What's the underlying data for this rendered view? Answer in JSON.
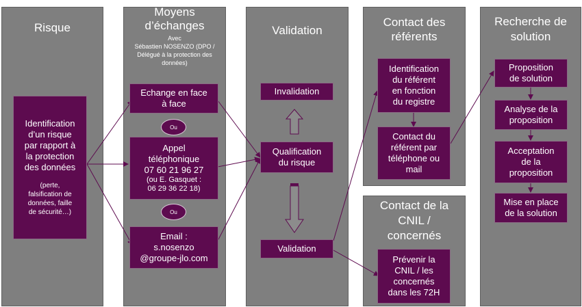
{
  "columns": {
    "risque": {
      "title": "Risque"
    },
    "moyens": {
      "title_1": "Moyens",
      "title_2": "d’échanges",
      "sub_1": "Avec",
      "sub_2": "Sébastien NOSENZO (DPO /",
      "sub_3": "Délégué à la protection des",
      "sub_4": "données)"
    },
    "validation": {
      "title": "Validation"
    },
    "referents": {
      "title_1": "Contact des",
      "title_2": "référents"
    },
    "cnil": {
      "title_1": "Contact de la",
      "title_2": "CNIL /",
      "title_3": "concernés"
    },
    "recherche": {
      "title_1": "Recherche de",
      "title_2": "solution"
    }
  },
  "boxes": {
    "identification_risque": {
      "lines": [
        "Identification",
        "d’un risque",
        "par rapport à",
        "la protection",
        "des données"
      ],
      "detail": [
        "(perte,",
        "falsification de",
        "données, faille",
        "de sécurité…)"
      ]
    },
    "face_a_face": {
      "lines": [
        "Echange en face",
        "à face"
      ]
    },
    "ou_1": "Ou",
    "appel": {
      "lines": [
        "Appel",
        "téléphonique",
        "07 60 21 96 27"
      ],
      "detail": [
        "(ou E. Gasquet :",
        "06 29 36 22 18)"
      ]
    },
    "ou_2": "Ou",
    "email": {
      "lines": [
        "Email :",
        "s.nosenzo",
        "@groupe-jlo.com"
      ]
    },
    "invalidation": "Invalidation",
    "qualification": {
      "lines": [
        "Qualification",
        "du risque"
      ]
    },
    "validation": "Validation",
    "identification_referent": {
      "lines": [
        "Identification",
        "du référent",
        "en fonction",
        "du registre"
      ]
    },
    "contact_referent": {
      "lines": [
        "Contact du",
        "référent par",
        "téléphone ou",
        "mail"
      ]
    },
    "prevenir_cnil": {
      "lines": [
        "Prévenir la",
        "CNIL / les",
        "concernés",
        "dans les 72H"
      ]
    },
    "proposition": {
      "lines": [
        "Proposition",
        "de solution"
      ]
    },
    "analyse": {
      "lines": [
        "Analyse de la",
        "proposition"
      ]
    },
    "acceptation": {
      "lines": [
        "Acceptation",
        "de la",
        "proposition"
      ]
    },
    "mise_en_place": {
      "lines": [
        "Mise en place",
        "de la solution"
      ]
    }
  },
  "colors": {
    "column": "#7f7f7f",
    "box": "#5d0b4f",
    "text": "#ffffff",
    "arrow": "#5d0b4f"
  }
}
